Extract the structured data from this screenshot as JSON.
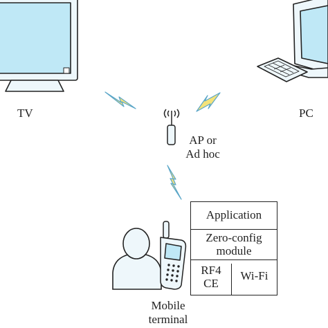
{
  "nodes": {
    "tv": {
      "label": "TV"
    },
    "pc": {
      "label": "PC"
    },
    "ap": {
      "label_line1": "AP or",
      "label_line2": "Ad hoc"
    },
    "mobile": {
      "label_line1": "Mobile",
      "label_line2": "terminal"
    }
  },
  "stack": {
    "application": "Application",
    "zeroconf_line1": "Zero-config",
    "zeroconf_line2": "module",
    "rf4ce_line1": "RF4",
    "rf4ce_line2": "CE",
    "wifi": "Wi-Fi"
  },
  "colors": {
    "device_fill": "#eef7fb",
    "screen_fill": "#bfe8f6",
    "lightning_fill": "#f4e27a",
    "lightning_stroke": "#5aa6c8",
    "line": "#222222"
  }
}
